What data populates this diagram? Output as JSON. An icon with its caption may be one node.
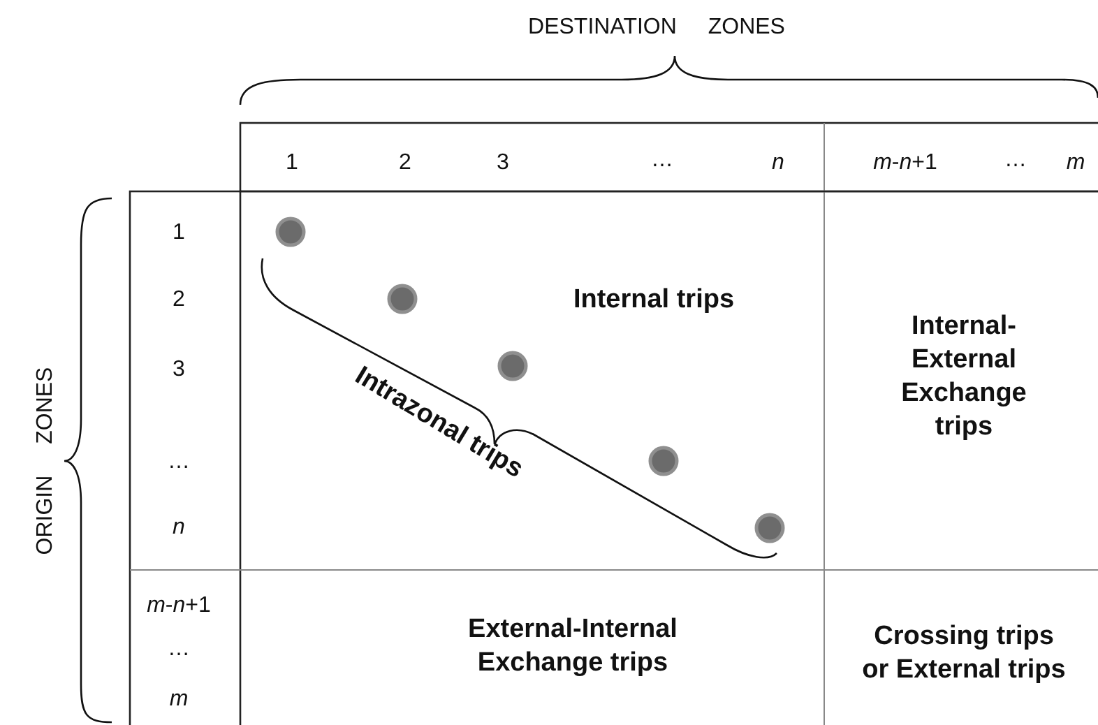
{
  "diagram": {
    "labels": [
      "DESTINATION ZONES",
      "1",
      "2",
      "3",
      "…",
      "*n*",
      "*m*-*n*+1",
      "…",
      "*m*",
      "ORIGIN ZONES",
      "1",
      "2",
      "3",
      "…",
      "*n*",
      "*m*-*n*+1",
      "…",
      "*m*",
      "Internal trips",
      "Intrazonal trips",
      "Internal-External Exchange trips",
      "External-Internal Exchange trips",
      "Crossing trips or External trips"
    ]
  }
}
